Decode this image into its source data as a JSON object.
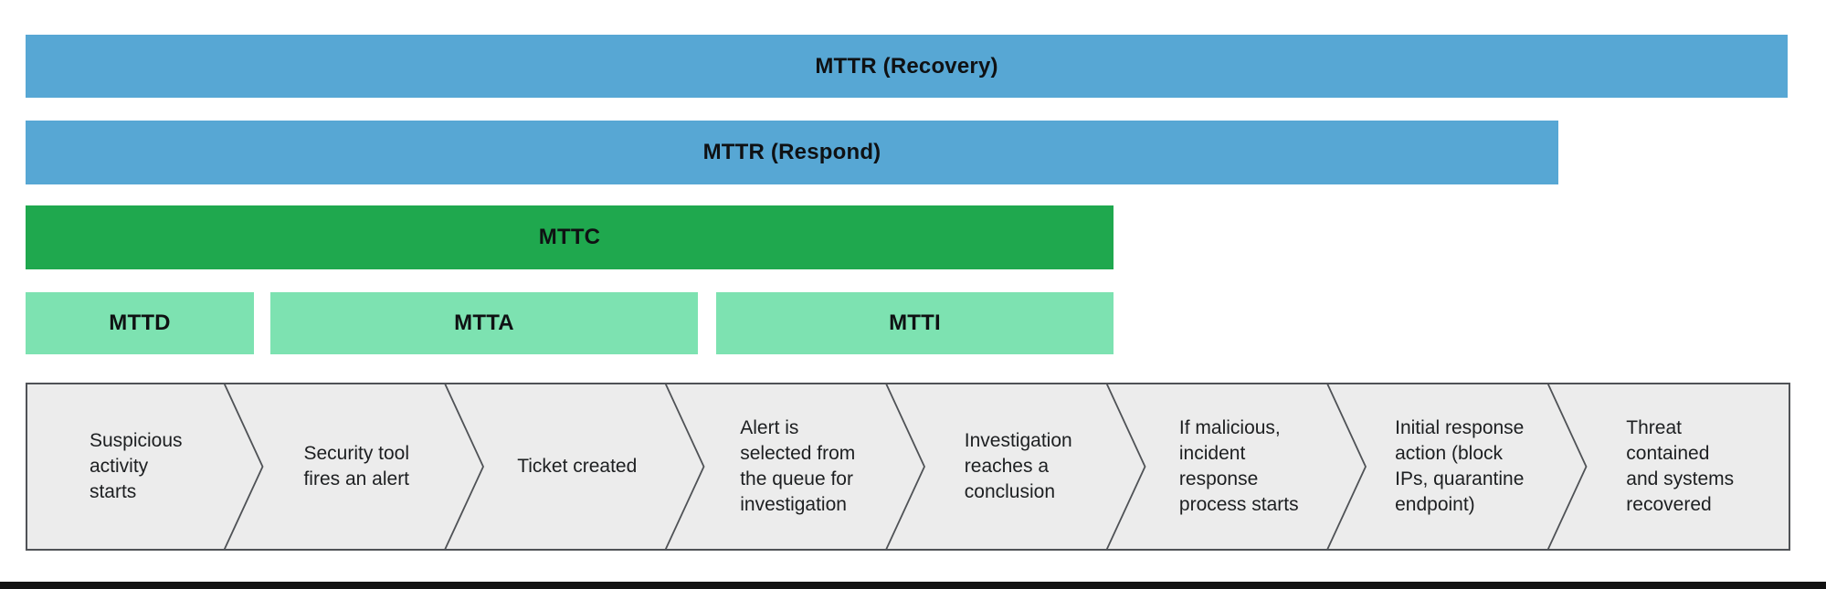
{
  "colors": {
    "bar_blue": "#57a7d4",
    "bar_green": "#1fa84e",
    "bar_mint": "#7de2b1",
    "band_fill": "#ececec",
    "band_border": "#4f5256",
    "footer_bar": "#121212",
    "text": "#1d1f21"
  },
  "metric_bars": {
    "recovery": {
      "label": "MTTR (Recovery)",
      "color": "#57a7d4"
    },
    "respond": {
      "label": "MTTR (Respond)",
      "color": "#57a7d4"
    },
    "mttc": {
      "label": "MTTC",
      "color": "#1fa84e"
    },
    "mttd": {
      "label": "MTTD",
      "color": "#7de2b1"
    },
    "mtta": {
      "label": "MTTA",
      "color": "#7de2b1"
    },
    "mtti": {
      "label": "MTTI",
      "color": "#7de2b1"
    }
  },
  "timeline": {
    "steps": [
      {
        "label": "Suspicious\nactivity\nstarts"
      },
      {
        "label": "Security tool\nfires an alert"
      },
      {
        "label": "Ticket created"
      },
      {
        "label": "Alert is\nselected from\nthe queue for\ninvestigation"
      },
      {
        "label": "Investigation\nreaches a\nconclusion"
      },
      {
        "label": "If malicious,\nincident\nresponse\nprocess starts"
      },
      {
        "label": "Initial response\naction (block\nIPs, quarantine\nendpoint)"
      },
      {
        "label": "Threat\ncontained\nand systems\nrecovered"
      }
    ]
  }
}
